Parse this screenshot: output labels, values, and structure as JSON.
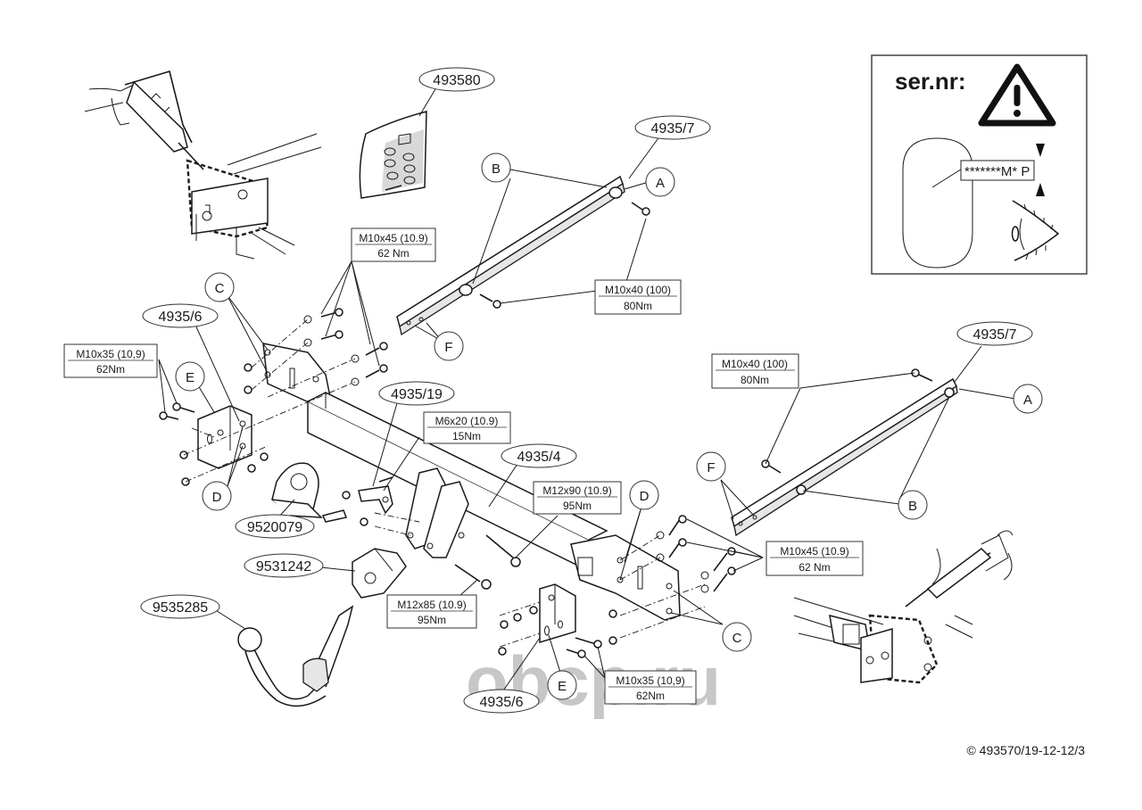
{
  "diagram": {
    "title": "Towbar assembly diagram",
    "part_labels": [
      {
        "id": "p493580",
        "text": "493580"
      },
      {
        "id": "p4935_7_top",
        "text": "4935/7"
      },
      {
        "id": "p4935_7_right",
        "text": "4935/7"
      },
      {
        "id": "p4935_6_left",
        "text": "4935/6"
      },
      {
        "id": "p4935_6_bottom",
        "text": "4935/6"
      },
      {
        "id": "p4935_19",
        "text": "4935/19"
      },
      {
        "id": "p4935_4",
        "text": "4935/4"
      },
      {
        "id": "p9520079",
        "text": "9520079"
      },
      {
        "id": "p9531242",
        "text": "9531242"
      },
      {
        "id": "p9535285",
        "text": "9535285"
      }
    ],
    "point_labels": {
      "A": "A",
      "B": "B",
      "C": "C",
      "D": "D",
      "E": "E",
      "F": "F"
    },
    "bolt_specs": [
      {
        "id": "m10x45_top",
        "spec": "M10x45 (10.9)",
        "torque": "62 Nm"
      },
      {
        "id": "m10x40_top",
        "spec": "M10x40 (100)",
        "torque": "80Nm"
      },
      {
        "id": "m10x35_left",
        "spec": "M10x35 (10,9)",
        "torque": "62Nm"
      },
      {
        "id": "m6x20",
        "spec": "M6x20 (10.9)",
        "torque": "15Nm"
      },
      {
        "id": "m12x90",
        "spec": "M12x90 (10.9)",
        "torque": "95Nm"
      },
      {
        "id": "m12x85",
        "spec": "M12x85 (10.9)",
        "torque": "95Nm"
      },
      {
        "id": "m10x40_right",
        "spec": "M10x40 (100)",
        "torque": "80Nm"
      },
      {
        "id": "m10x45_right",
        "spec": "M10x45 (10.9)",
        "torque": "62 Nm"
      },
      {
        "id": "m10x35_bottom",
        "spec": "M10x35 (10,9)",
        "torque": "62Nm"
      }
    ],
    "serial_panel": {
      "heading": "ser.nr:",
      "plate_text": "*******M* P",
      "icons": [
        "warning-triangle-icon",
        "eye-icon"
      ]
    },
    "watermark": "obcp.ru",
    "copyright": "© 493570/19-12-12/3"
  }
}
